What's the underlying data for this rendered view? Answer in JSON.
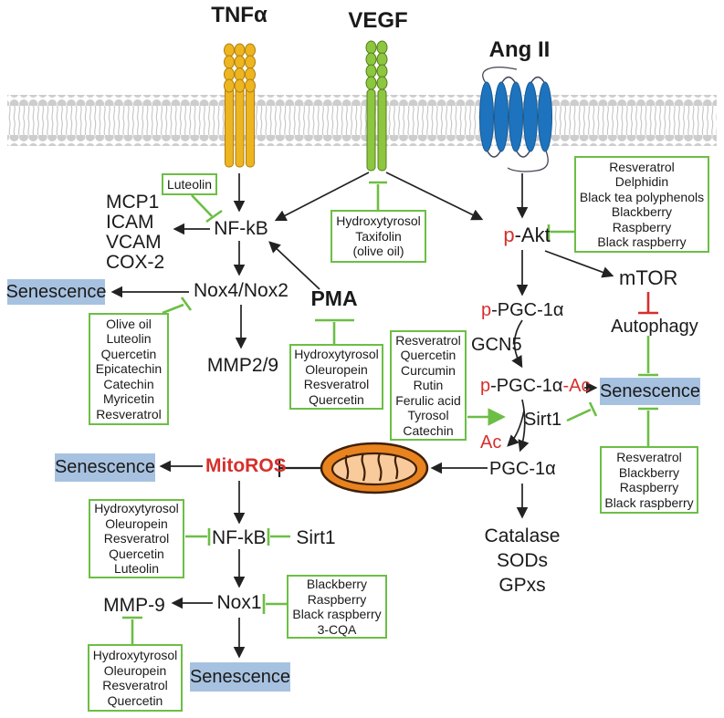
{
  "colors": {
    "inhibit_green": "#6CBE45",
    "accent_red": "#D6302B",
    "senescence_blue": "#A7C2E0",
    "tnfa_gold": "#EDB51F",
    "vegf_green": "#8DC63F",
    "angii_blue": "#1E73BE",
    "membrane_gray": "#CDCDCD",
    "mito_outer": "#E8831F",
    "mito_inner": "#F9CB9C"
  },
  "receptors": {
    "tnfa": "TNFα",
    "vegf": "VEGF",
    "angii": "Ang II"
  },
  "nodes": {
    "nfkb_targets": [
      "MCP1",
      "ICAM",
      "VCAM",
      "COX-2"
    ],
    "nfkb": "NF-kB",
    "nox4": "Nox4/Nox2",
    "senescence": "Senescence",
    "pma": "PMA",
    "mmp29": "MMP2/9",
    "p_akt": {
      "red": "p",
      "black": "-Akt"
    },
    "mtor": "mTOR",
    "autophagy": "Autophagy",
    "p_pgc1a": {
      "red": "p",
      "black": "-PGC-1α"
    },
    "gcn5": "GCN5",
    "p_pgc1a_ac": {
      "red1": "p",
      "black": "-PGC-1α",
      "red2": "-Ac"
    },
    "sirt1": "Sirt1",
    "ac": "Ac",
    "pgc1a": "PGC-1α",
    "antioxidant_enzymes": [
      "Catalase",
      "SODs",
      "GPxs"
    ],
    "mitoros": "MitoROS",
    "nox1": "Nox1",
    "mmp9": "MMP-9"
  },
  "boxes": {
    "nfkb_inhibitor_top": "Luteolin",
    "vegf_inhibitors": [
      "Hydroxytyrosol",
      "Taxifolin",
      "(olive oil)"
    ],
    "akt_inhibitors": [
      "Resveratrol",
      "Delphidin",
      "Black tea polyphenols",
      "Blackberry",
      "Raspberry",
      "Black raspberry"
    ],
    "nox4_inhibitors": [
      "Olive oil",
      "Luteolin",
      "Quercetin",
      "Epicatechin",
      "Catechin",
      "Myricetin",
      "Resveratrol"
    ],
    "pma_inhibitors": [
      "Hydroxytyrosol",
      "Oleuropein",
      "Resveratrol",
      "Quercetin"
    ],
    "sirt1_activators": [
      "Resveratrol",
      "Quercetin",
      "Curcumin",
      "Rutin",
      "Ferulic acid",
      "Tyrosol",
      "Catechin"
    ],
    "senescence_inhibitors": [
      "Resveratrol",
      "Blackberry",
      "Raspberry",
      "Black raspberry"
    ],
    "nfkb_inhibitors_lower": [
      "Hydroxytyrosol",
      "Oleuropein",
      "Resveratrol",
      "Quercetin",
      "Luteolin"
    ],
    "nox1_inhibitors": [
      "Blackberry",
      "Raspberry",
      "Black raspberry",
      "3-CQA"
    ],
    "mmp9_inhibitors": [
      "Hydroxytyrosol",
      "Oleuropein",
      "Resveratrol",
      "Quercetin"
    ]
  }
}
